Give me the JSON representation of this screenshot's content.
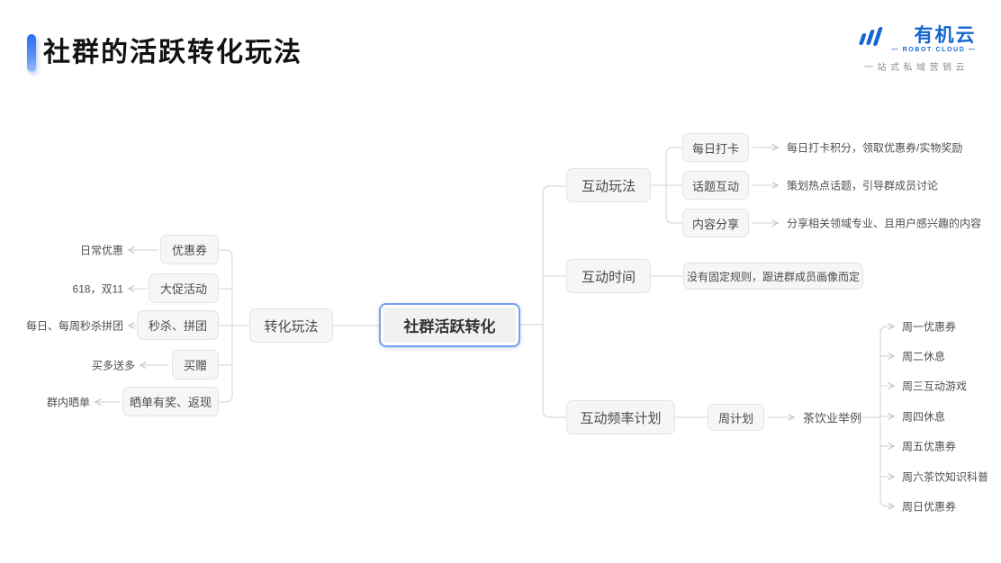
{
  "header": {
    "title": "社群的活跃转化玩法"
  },
  "logo": {
    "brand": "有机云",
    "subtitle": "— ROBOT CLOUD —",
    "tagline": "一站式私域营销云",
    "color": "#1466d2"
  },
  "colors": {
    "accent_blue": "#2a6cf0",
    "root_border": "#76a0f5",
    "line_gray": "#d9d9d9",
    "node_fill": "#f6f6f7"
  },
  "mindmap": {
    "root": "社群活跃转化",
    "left_branch": {
      "label": "转化玩法",
      "items": [
        {
          "node": "优惠券",
          "note": "日常优惠"
        },
        {
          "node": "大促活动",
          "note": "618，双11"
        },
        {
          "node": "秒杀、拼团",
          "note": "每日、每周秒杀拼团"
        },
        {
          "node": "买赠",
          "note": "买多送多"
        },
        {
          "node": "晒单有奖、返现",
          "note": "群内晒单"
        }
      ]
    },
    "right_branches": {
      "interaction_play": {
        "label": "互动玩法",
        "items": [
          {
            "node": "每日打卡",
            "note": "每日打卡积分，领取优惠券/实物奖励"
          },
          {
            "node": "话题互动",
            "note": "策划热点话题，引导群成员讨论"
          },
          {
            "node": "内容分享",
            "note": "分享相关领域专业、且用户感兴趣的内容"
          }
        ]
      },
      "interaction_time": {
        "label": "互动时间",
        "note_box": "没有固定规则，跟进群成员画像而定"
      },
      "interaction_frequency": {
        "label": "互动频率计划",
        "plan_node": "周计划",
        "example_label": "茶饮业举例",
        "schedule": [
          "周一优惠券",
          "周二休息",
          "周三互动游戏",
          "周四休息",
          "周五优惠券",
          "周六茶饮知识科普",
          "周日优惠券"
        ]
      }
    }
  }
}
